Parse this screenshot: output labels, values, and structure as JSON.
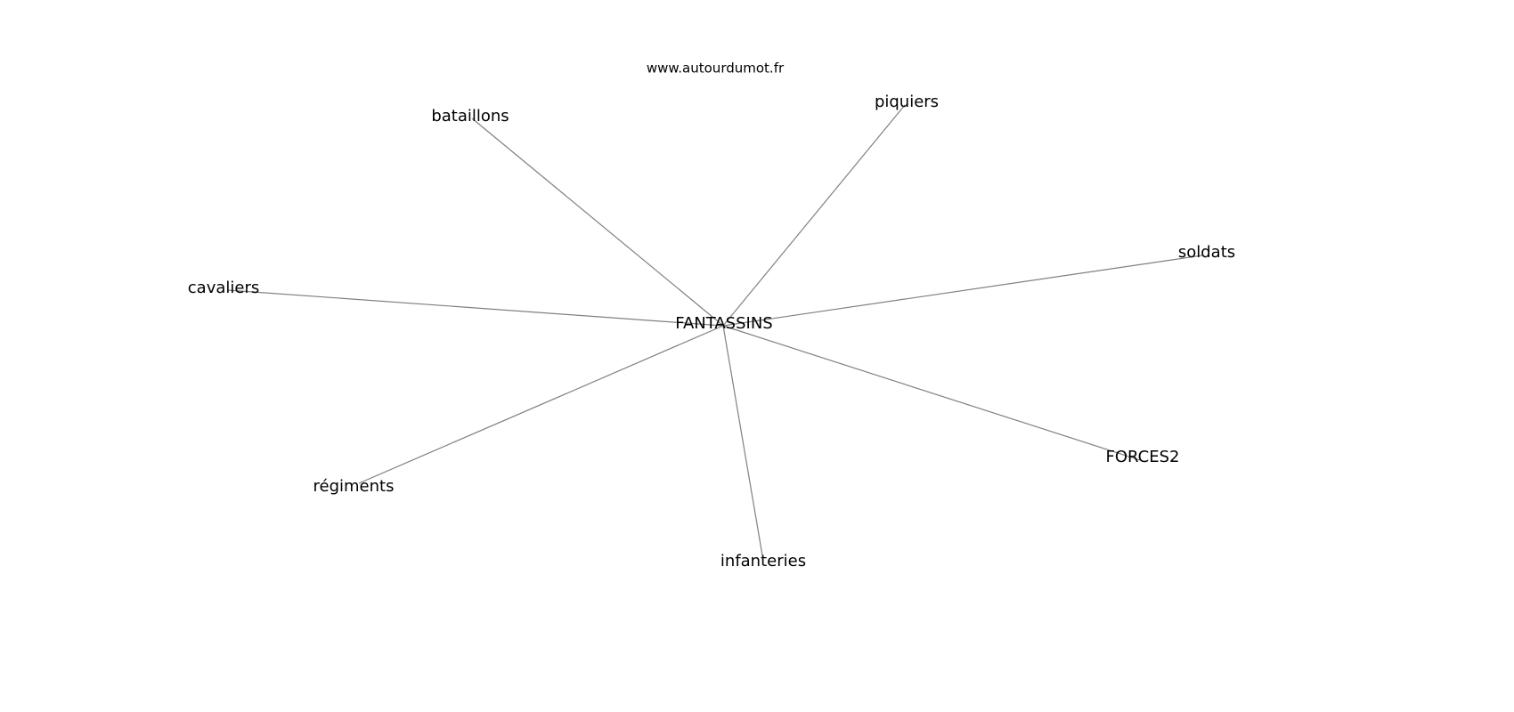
{
  "title": "www.autourdumot.fr",
  "center_node": "FANTASSINS",
  "nodes": [
    "bataillons",
    "piquiers",
    "soldats",
    "cavaliers",
    "régiments",
    "infanteries",
    "FORCES2"
  ],
  "colors": {
    "edge": "#808080",
    "text": "#000000",
    "background": "#ffffff"
  }
}
